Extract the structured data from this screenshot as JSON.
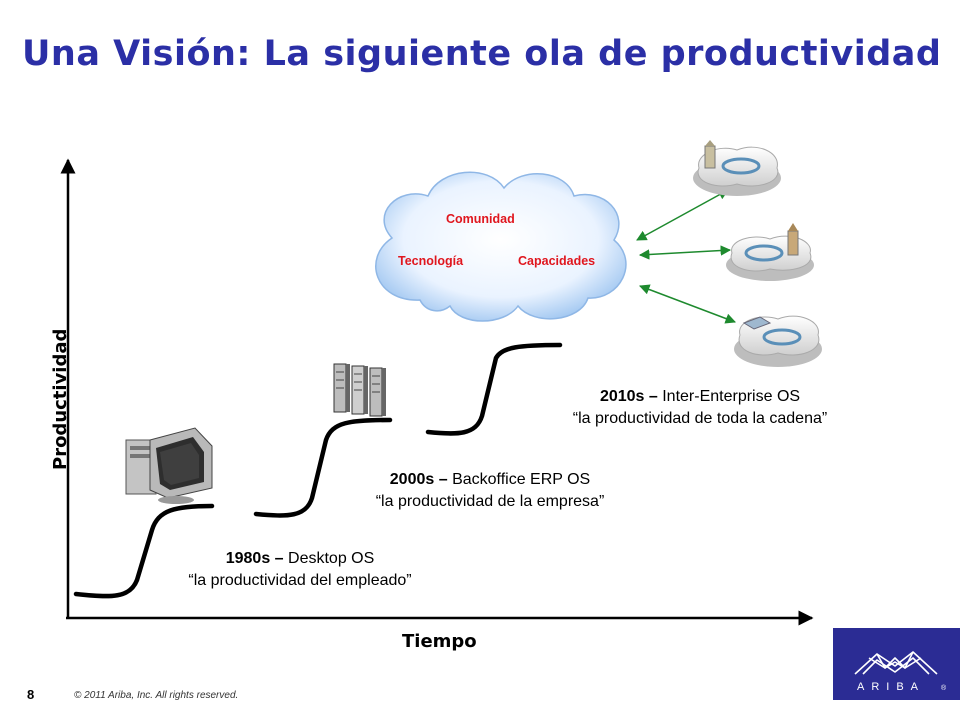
{
  "title": "Una Visión: La siguiente ola de productividad",
  "colors": {
    "title": "#2b2fa6",
    "cloud_text": "#e0161e",
    "arrow": "#1e8a2e",
    "logo_bg": "#2b2c94"
  },
  "axes": {
    "y_label": "Productividad",
    "x_label": "Tiempo"
  },
  "eras": [
    {
      "decade": "1980s",
      "separator": " – ",
      "os": "Desktop OS",
      "quote": "“la productividad del empleado”",
      "icon": "desktop-computer-icon"
    },
    {
      "decade": "2000s",
      "separator": " – ",
      "os": "Backoffice ERP OS",
      "quote": "“la productividad de la empresa”",
      "icon": "server-rack-icon"
    },
    {
      "decade": "2010s",
      "separator": " – ",
      "os": "Inter-Enterprise OS",
      "quote": "“la productividad de toda la cadena”",
      "icon": "cloud-icon"
    }
  ],
  "cloud": {
    "top": "Comunidad",
    "left": "Tecnología",
    "right": "Capacidades"
  },
  "network_nodes": [
    {
      "icon": "enterprise-campus-icon"
    },
    {
      "icon": "enterprise-campus-icon"
    },
    {
      "icon": "enterprise-campus-icon"
    }
  ],
  "footer": {
    "page_number": "8",
    "copyright": "© 2011 Ariba, Inc. All rights reserved.",
    "logo_text": "ARIBA",
    "logo_mark": "®"
  }
}
